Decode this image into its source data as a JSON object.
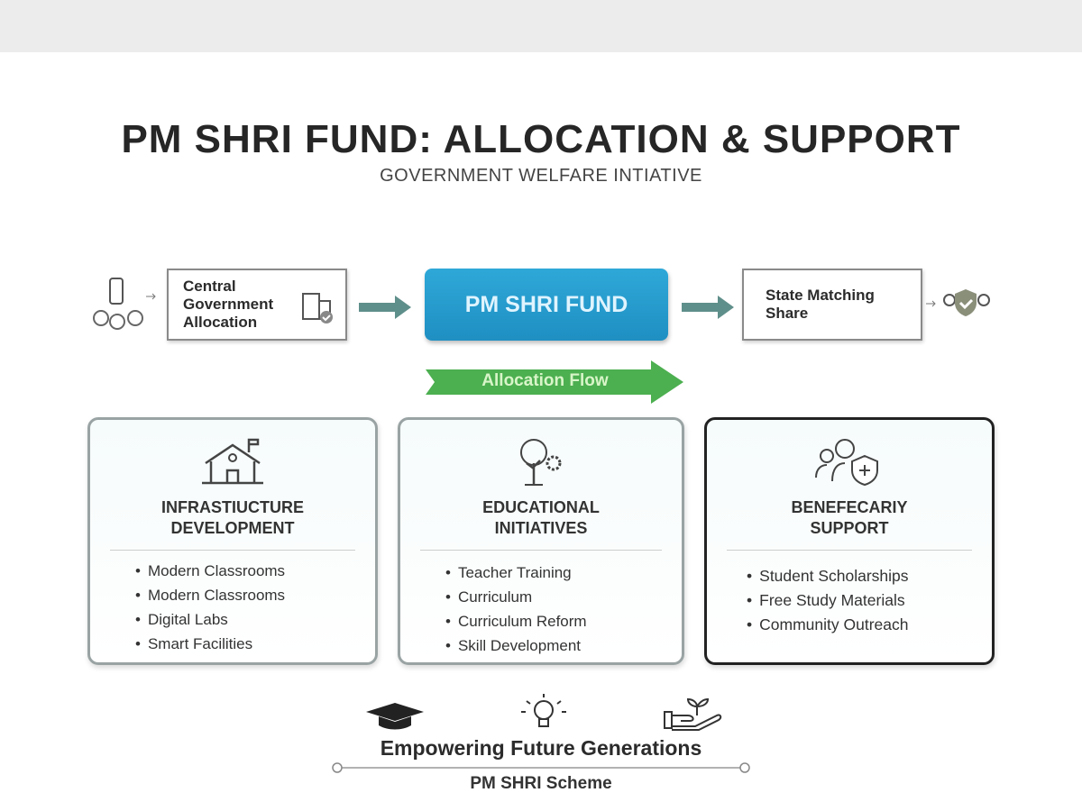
{
  "header": {
    "title": "PM SHRI FUND: ALLOCATION & SUPPORT",
    "subtitle": "GOVERNMENT WELFARE INTIATIVE"
  },
  "flow": {
    "central": [
      "Central",
      "Government",
      "Allocation"
    ],
    "fund": "PM SHRI FUND",
    "state": [
      "State Matching",
      "Share"
    ],
    "banner": "Allocation Flow",
    "colors": {
      "fund": "#2ea8d8",
      "banner": "#4caf50",
      "arrow": "#5f8f8a"
    }
  },
  "cards": [
    {
      "title": [
        "INFRASTIUCTURE",
        "DEVELOPMENT"
      ],
      "items": [
        "Modern Classrooms",
        "Modern Classrooms",
        "Digital Labs",
        "Smart Facilities"
      ]
    },
    {
      "title": [
        "EDUCATIONAL",
        "INITIATIVES"
      ],
      "items": [
        "Teacher Training",
        "Curriculum",
        "Curriculum Reform",
        "Skill Development"
      ]
    },
    {
      "title": [
        "BENEFECARIY",
        "SUPPORT"
      ],
      "items": [
        "Student Scholarships",
        "Free Study Materials",
        "Community Outreach"
      ]
    }
  ],
  "footer": {
    "tagline": "Empowering Future Generations",
    "scheme": "PM SHRI Scheme"
  }
}
